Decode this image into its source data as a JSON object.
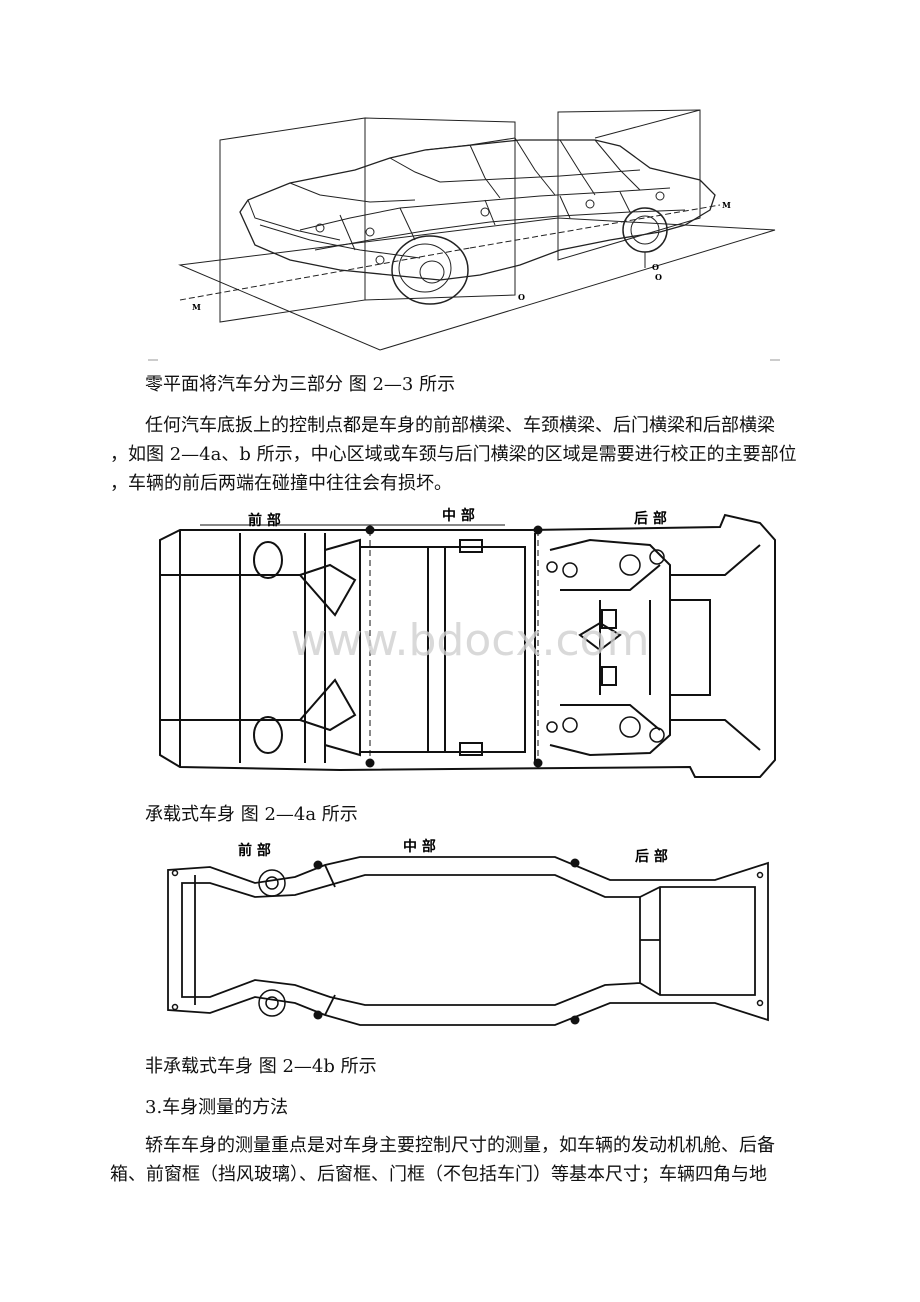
{
  "figure1": {
    "labels": {
      "m_left": "M",
      "m_right": "M",
      "o_center": "O",
      "o_right1": "O",
      "o_right2": "O"
    }
  },
  "caption1": "零平面将汽车分为三部分 图 2—3 所示",
  "para1": {
    "line1": "任何汽车底扳上的控制点都是车身的前部横梁、车颈横梁、后门横梁和后部横梁",
    "line2": "，如图 2—4a、b 所示，中心区域或车颈与后门横梁的区域是需要进行校正的主要部位",
    "line3": "，车辆的前后两端在碰撞中往往会有损坏。"
  },
  "figure2": {
    "labels": {
      "front": "前 部",
      "middle": "中 部",
      "rear": "后 部"
    },
    "watermark": "www.bdocx.com"
  },
  "caption2": "承载式车身 图 2—4a 所示",
  "figure3": {
    "labels": {
      "front": "前 部",
      "middle": "中 部",
      "rear": "后 部"
    }
  },
  "caption3": "非承载式车身 图 2—4b 所示",
  "heading": "3.车身测量的方法",
  "para2": {
    "line1": "轿车车身的测量重点是对车身主要控制尺寸的测量，如车辆的发动机机舱、后备",
    "line2": "箱、前窗框（挡风玻璃）、后窗框、门框（不包括车门）等基本尺寸；车辆四角与地"
  }
}
